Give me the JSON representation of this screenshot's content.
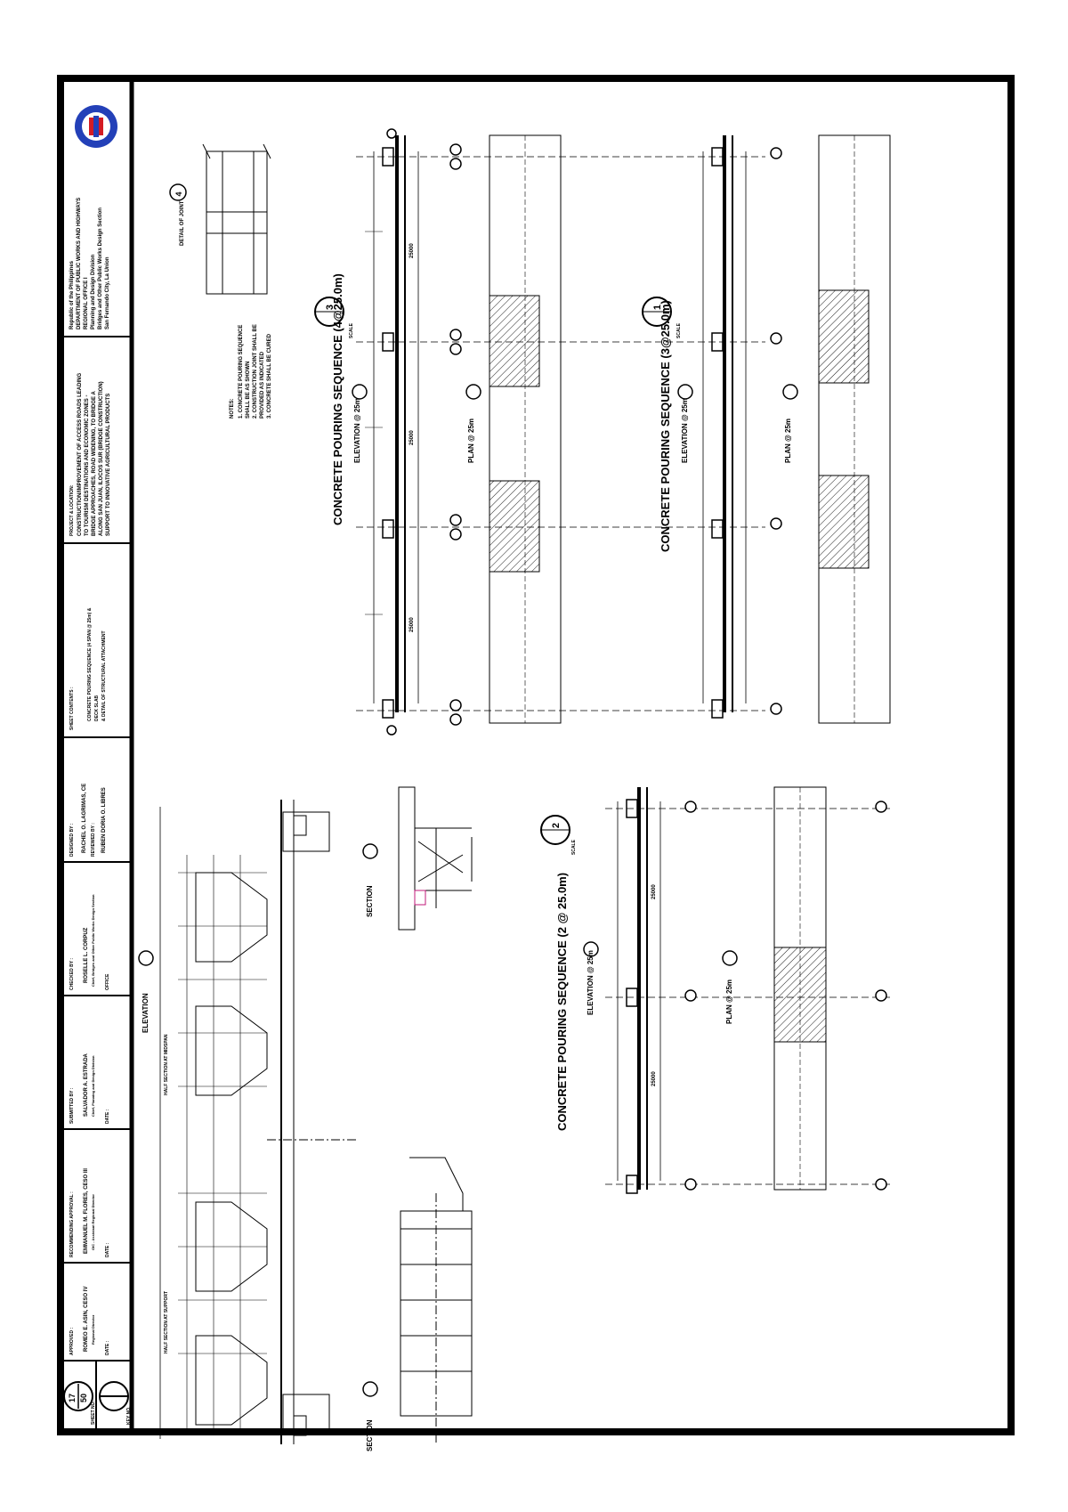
{
  "title_block": {
    "agency_lines": [
      "Republic of the Philippines",
      "DEPARTMENT OF PUBLIC WORKS AND HIGHWAYS",
      "REGIONAL OFFICE I",
      "Planning and Design Division",
      "Bridges and Other Public Works Design Section",
      "San Fernando City, La Union"
    ],
    "project_label": "PROJECT & LOCATION:",
    "project_lines": [
      "CONSTRUCTION/IMPROVEMENT OF ACCESS ROADS LEADING",
      "TO TOURISM DESTINATIONS AND ECONOMIC ZONES -",
      "BRIDGE APPROACHES, ROAD WIDENING, TO BRIDGE A",
      "ALONG SAN JUAN, ILOCOS SUR (BRIDGE CONSTRUCTION)",
      "SUPPORT TO INNOVATIVE AGRICULTURAL PRODUCTS"
    ],
    "sheet_contents_label": "SHEET CONTENTS :",
    "sheet_contents_lines": [
      "CONCRETE POURING SEQUENCE (4 SPAN @ 25m) &",
      "DECK SLAB",
      "& DETAIL OF STRUCTURAL ATTACHMENT"
    ],
    "designed_label": "DESIGNED BY :",
    "designed_name": "RACHEL O. LAGRIMAS, CE",
    "reviewed_label": "REVIEWED BY :",
    "reviewed_name": "RUBEN DORIA O. LIBRES",
    "checked_label": "CHECKED BY :",
    "checked_name": "ROSELLE L. CORPUZ",
    "checked_title": "Chief, Bridges and Other Public Works Design Section",
    "submitted_label": "SUBMITTED BY :",
    "submitted_name": "SALVADOR A. ESTRADA",
    "submitted_title": "Chief, Planning and Design Division",
    "recommending_label": "RECOMMENDING APPROVAL :",
    "recommending_name": "EMMANUEL M. FLORES, CESO III",
    "recommending_title": "OIC - Assistant Regional Director",
    "approved_label": "APPROVED :",
    "approved_name": "ROMEO E. ASIN, CESO IV",
    "approved_title": "Regional Director",
    "sheet_no_label": "SHEET NO.",
    "key_label": "KEY NO.",
    "sheet_number": "17",
    "sheet_total": "50",
    "date_label": "DATE :",
    "office_label": "OFFICE"
  },
  "drawings": {
    "pour_4span_title": "CONCRETE POURING SEQUENCE (4@25.0m)",
    "pour_4span_scale": "SCALE",
    "pour_4span_marker": "3",
    "pour_3span_title": "CONCRETE POURING SEQUENCE (3@25.0m)",
    "pour_3span_scale": "SCALE",
    "pour_3span_marker": "1",
    "pour_2span_title": "CONCRETE POURING SEQUENCE (2 @ 25.0m)",
    "pour_2span_scale": "SCALE",
    "pour_2span_marker": "2",
    "elevation_label": "ELEVATION @ 25m",
    "plan_label": "PLAN @ 25m",
    "cross_section_label": "ELEVATION",
    "section_a_label": "SECTION",
    "section_b_label": "SECTION",
    "notes_title": "NOTES:",
    "notes": [
      "1. CONCRETE POURING SEQUENCE",
      "   SHALL BE AS SHOWN",
      "2. CONSTRUCTION JOINT SHALL BE",
      "   PROVIDED AS INDICATED",
      "3. CONCRETE SHALL BE CURED"
    ],
    "detail_label": "DETAIL OF JOINT",
    "detail_marker": "4",
    "span_dims": [
      "25000",
      "25000",
      "25000",
      "25000"
    ],
    "half_a_label": "HALF SECTION AT MIDSPAN",
    "half_b_label": "HALF SECTION AT SUPPORT"
  }
}
